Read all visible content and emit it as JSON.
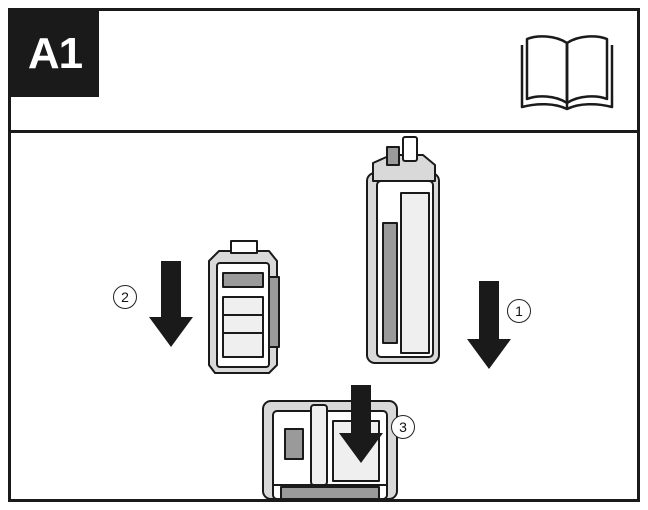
{
  "header": {
    "step_label": "A1",
    "manual_icon": "open-book-icon"
  },
  "steps": [
    {
      "number": "1",
      "action": "down-arrow"
    },
    {
      "number": "2",
      "action": "down-arrow"
    },
    {
      "number": "3",
      "action": "down-arrow"
    }
  ],
  "colors": {
    "ink": "#1a1a1a",
    "paper": "#ffffff",
    "light_gray": "#d9d9d9",
    "mid_gray": "#9a9a9a"
  }
}
